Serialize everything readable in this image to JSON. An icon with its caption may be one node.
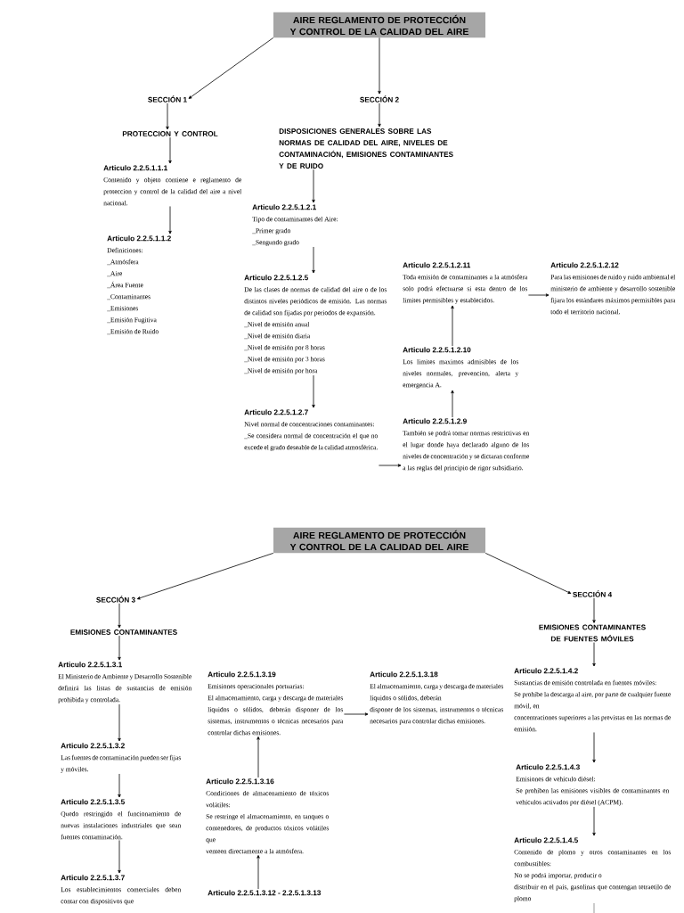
{
  "diagram": {
    "nodes": [
      {
        "text": [
          "AIRE REGLAMENTO DE PROTECCIÓN Y CONTROL DE LA CALIDAD DEL AIRE"
        ]
      },
      {
        "text": [
          "SECCIÓN 1"
        ]
      },
      {
        "text": [
          "SECCIÓN 2"
        ]
      },
      {
        "text": [
          "PROTECCION Y CONTROL"
        ]
      },
      {
        "text": [
          "Articulo 2.2.5.1.1.1",
          "Contenido y objeto contiene e reglamento de proteccion y control de la calidad del aire a nivel nacional."
        ]
      },
      {
        "text": [
          "Articulo 2.2.5.1.1.2",
          "Definiciones:",
          "_Atmósfera",
          "_Aire",
          "_Área Fuente",
          "_Contaminantes",
          "_Emisiones",
          "_Emisión Fugitiva",
          "_Emisión de Ruido"
        ]
      },
      {
        "text": [
          "DISPOSICIONES GENERALES SOBRE LAS NORMAS DE CALIDAD DEL AIRE, NIVELES DE CONTAMINACIÓN, EMISIONES CONTAMINANTES Y DE RUIDO"
        ]
      },
      {
        "text": [
          "Articulo 2.2.5.1.2.1",
          "Tipo de contaminantes del Aire:",
          "_Primer grado",
          "_Sengundo grado"
        ]
      },
      {
        "text": [
          "Articulo 2.2.5.1.2.5",
          "De las clases de normas de calidad del aire o de los distintos niveles periódicos de emisión. Las normas de calidad son fijadas por periodos de expansión.",
          "_Nivel de emisión anual",
          "_Nivel de emisión diaria",
          "_Nivel de emisión por 8 horas",
          "_Nivel de emisión por 3 horas",
          "_Nivel de emisión por hora"
        ]
      },
      {
        "text": [
          "Articulo 2.2.5.1.2.7",
          "Nivel normal de concentraciones contaminantes:",
          "_Se considera normal de concentración el que no excede el grado deseable de la calidad atmosférica."
        ]
      },
      {
        "text": [
          "Articulo 2.2.5.1.2.9",
          "También se podrá tomar normas restrictivas en el lugar donde haya declarado alguno de los niveles de concentración y se dictaran conforme a las reglas del principio de rigor subsidiario."
        ]
      },
      {
        "text": [
          "Articulo 2.2.5.1.2.10",
          "Los limites maximos admisibles de los niveles normales, prevencion, alerta y emergencia A."
        ]
      },
      {
        "text": [
          "Articulo 2.2.5.1.2.11",
          "Toda emisión de contaminantes a la atmósfera solo podrá efectuarse si esta dentro de los limites permisibles y establecidos."
        ]
      },
      {
        "text": [
          "Articulo 2.2.5.1.2.12",
          "Para las emisiones de ruido y ruido ambiental el ministerio de ambiente y desarrollo sostenible fijara los estándares máximos permisibles para todo el territorio nacional."
        ]
      },
      {
        "text": [
          "AIRE REGLAMENTO DE PROTECCIÓN Y CONTROL DE LA CALIDAD DEL AIRE"
        ]
      },
      {
        "text": [
          "SECCIÓN 3"
        ]
      },
      {
        "text": [
          "SECCIÓN 4"
        ]
      },
      {
        "text": [
          "EMISIONES CONTAMINANTES"
        ]
      },
      {
        "text": [
          "Articulo 2.2.5.1.3.1",
          "El Ministerio de Ambiente y Desarrollo Sostenible definirá las listas de sustancias de emisión prohibida y controlada."
        ]
      },
      {
        "text": [
          "Articulo 2.2.5.1.3.2",
          "Las fuentes de contaminación pueden ser fijas y móviles."
        ]
      },
      {
        "text": [
          "Articulo 2.2.5.1.3.5",
          "Quedo restringido el funcionamiento de nuevas instalaciones industriales que sean fuentes contaminación."
        ]
      },
      {
        "text": [
          "Articulo 2.2.5.1.3.7",
          "Los establecimientos comerciales deben contar con dispositivos que"
        ]
      },
      {
        "text": [
          "Articulo 2.2.5.1.3.19",
          "Emisiones operacionales portuarias:",
          "El almacenamiento, carga y descarga de materiales líquidos o sólidos, deberán disponer de los sistemas, instrumentos o técnicas necesarios para controlar dichas emisiones."
        ]
      },
      {
        "text": [
          "Articulo 2.2.5.1.3.18",
          "El almacenamiento, carga y descarga de materiales líquidos o sólidos, deberán",
          "disponer de los sistemas, instrumentos o técnicas necesarios para controlar dichas emisiones."
        ]
      },
      {
        "text": [
          "Articulo 2.2.5.1.3.16",
          "Condiciones de almacenamiento de tóxicos volátiles:",
          "Se restringe el almacenamiento, en tanques o contenedores, de productos tóxicos volátiles que",
          "venteen directamente a la atmósfera."
        ]
      },
      {
        "text": [
          "Articulo 2.2.5.1.3.12 - 2.2.5.1.3.13"
        ]
      },
      {
        "text": [
          "EMISIONES CONTAMINANTES DE FUENTES MÓVILES"
        ]
      },
      {
        "text": [
          "Articulo 2.2.5.1.4.2",
          "Sustancias de emisión controlada en fuentes móviles:",
          "Se prohíbe la descarga al aire, por parte de cualquier fuente móvil, en",
          "concentraciones superiores a las previstas en las normas de emisión."
        ]
      },
      {
        "text": [
          "Articulo 2.2.5.1.4.3",
          "Emisiones de vehículo diésel:",
          "Se prohíben las emisiones visibles de contaminantes en vehículos activados por diésel (ACPM)."
        ]
      },
      {
        "text": [
          "Articulo 2.2.5.1.4.5",
          "Contenido de plomo y otros contaminantes en los combustibles:",
          "No se podrá importar, producir o",
          "distribuir en el país, gasolinas que contengan tetraetilo de plomo"
        ]
      }
    ],
    "edges": [
      {
        "from": 0,
        "to": 1,
        "arrow": "to"
      },
      {
        "from": 0,
        "to": 2,
        "arrow": "to"
      },
      {
        "from": 1,
        "to": 3,
        "arrow": "to"
      },
      {
        "from": 3,
        "to": 4,
        "arrow": "to"
      },
      {
        "from": 4,
        "to": 5,
        "arrow": "to"
      },
      {
        "from": 2,
        "to": 6,
        "arrow": "to"
      },
      {
        "from": 6,
        "to": 7,
        "arrow": "to"
      },
      {
        "from": 7,
        "to": 8,
        "arrow": "to"
      },
      {
        "from": 8,
        "to": 9,
        "arrow": "to"
      },
      {
        "from": 9,
        "to": 10,
        "arrow": "to"
      },
      {
        "from": 10,
        "to": 11,
        "arrow": "to"
      },
      {
        "from": 11,
        "to": 12,
        "arrow": "to"
      },
      {
        "from": 12,
        "to": 13,
        "arrow": "to"
      },
      {
        "from": 14,
        "to": 15,
        "arrow": "to"
      },
      {
        "from": 14,
        "to": 16,
        "arrow": "to"
      },
      {
        "from": 15,
        "to": 17,
        "arrow": "to"
      },
      {
        "from": 17,
        "to": 18,
        "arrow": "to"
      },
      {
        "from": 18,
        "to": 19,
        "arrow": "to"
      },
      {
        "from": 19,
        "to": 20,
        "arrow": "to"
      },
      {
        "from": 20,
        "to": 21,
        "arrow": "to"
      },
      {
        "from": 25,
        "to": 24,
        "arrow": "to"
      },
      {
        "from": 24,
        "to": 22,
        "arrow": "to"
      },
      {
        "from": 22,
        "to": 23,
        "arrow": "to"
      },
      {
        "from": 16,
        "to": 26,
        "arrow": "to"
      },
      {
        "from": 26,
        "to": 27,
        "arrow": "to"
      },
      {
        "from": 27,
        "to": 28,
        "arrow": "to"
      },
      {
        "from": 28,
        "to": 29,
        "arrow": "to"
      },
      {
        "from": 29,
        "to": null,
        "arrow": "none"
      }
    ]
  }
}
